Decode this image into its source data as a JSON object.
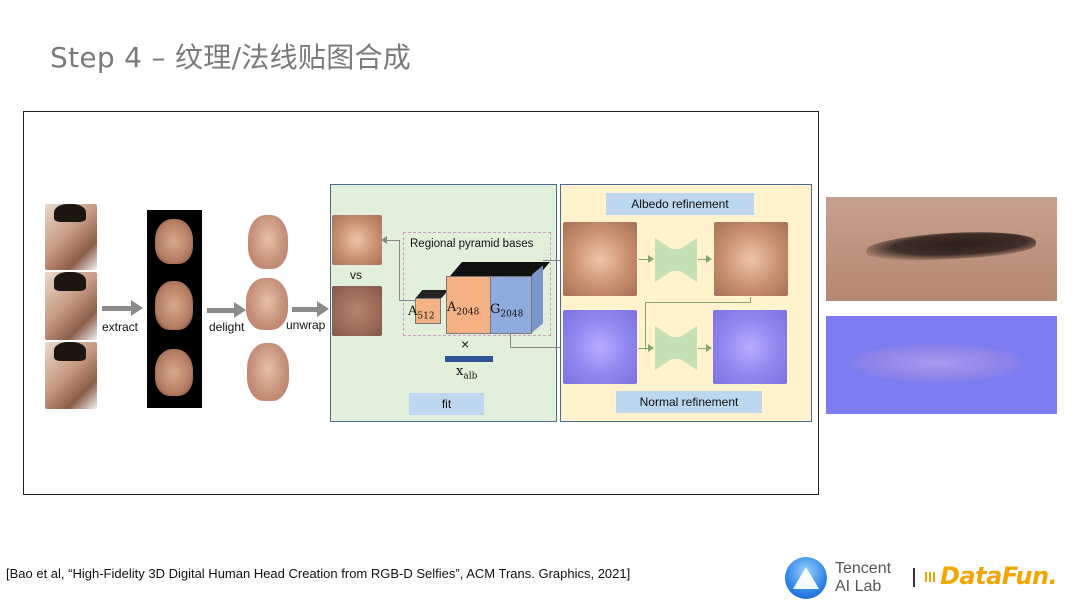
{
  "slide": {
    "title": "Step 4 – 纹理/法线贴图合成",
    "citation": "[Bao et al, “High-Fidelity 3D Digital Human Head Creation from RGB-D Selfies”, ACM Trans. Graphics, 2021]"
  },
  "diagram": {
    "steps": {
      "extract": "extract",
      "delight": "delight",
      "unwrap": "unwrap"
    },
    "fit_panel": {
      "vs": "vs",
      "regional_pyramid_bases": "Regional pyramid bases",
      "times": "×",
      "fit": "fit",
      "bases": [
        {
          "letter": "A",
          "sub": "512"
        },
        {
          "letter": "A",
          "sub": "2048"
        },
        {
          "letter": "G",
          "sub": "2048"
        }
      ],
      "coeff": {
        "letter": "x",
        "sub": "alb"
      }
    },
    "refine_panel": {
      "albedo_refinement": "Albedo refinement",
      "normal_refinement": "Normal refinement"
    }
  },
  "logos": {
    "tencent_line1": "Tencent",
    "tencent_line2": "AI Lab",
    "separator": "|",
    "datafun": "DataFun."
  },
  "colors": {
    "fit_panel_bg": "#e2efda",
    "refine_panel_bg": "#fff2cc",
    "label_bg": "#bdd7ee",
    "panel_border": "#4c6a8f",
    "datafun_orange": "#f2a600"
  }
}
